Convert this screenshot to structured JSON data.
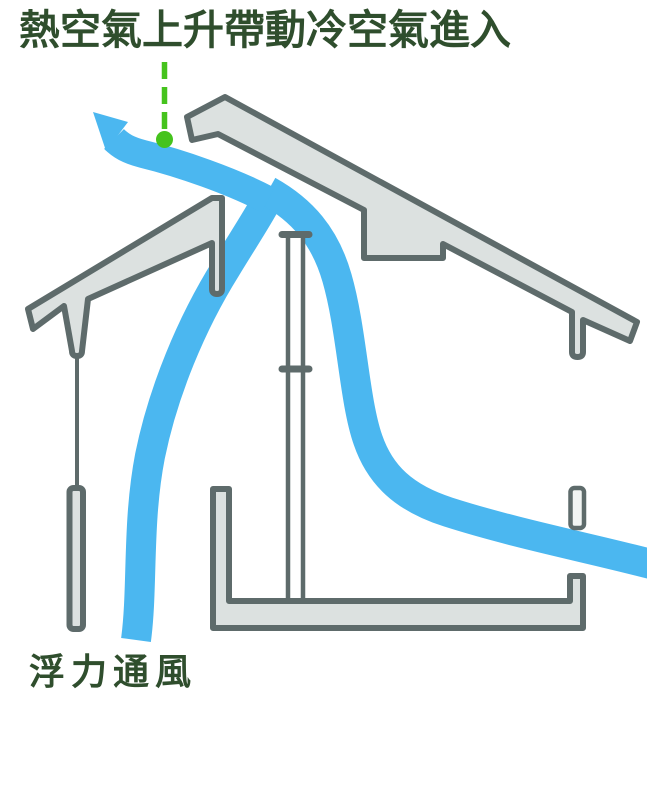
{
  "figure": {
    "name": "buoyancy-ventilation-diagram",
    "labels": {
      "top_caption": "熱空氣上升帶動冷空氣進入",
      "bottom_caption": "浮力通風"
    },
    "colors": {
      "airflow_blue": "#4bb7f0",
      "structure_fill": "#dce1e0",
      "structure_outline": "#5e6b6b",
      "callout_green": "#45c31d",
      "caption_green": "#2f4e2d",
      "stub_fill": "#f1f4f3",
      "background": "#ffffff"
    },
    "icons": {
      "warm_air_flow": "curved-up-left-arrow",
      "cool_air_flow": "s-curve-stream",
      "callout": "dashed-line-with-dot"
    }
  }
}
